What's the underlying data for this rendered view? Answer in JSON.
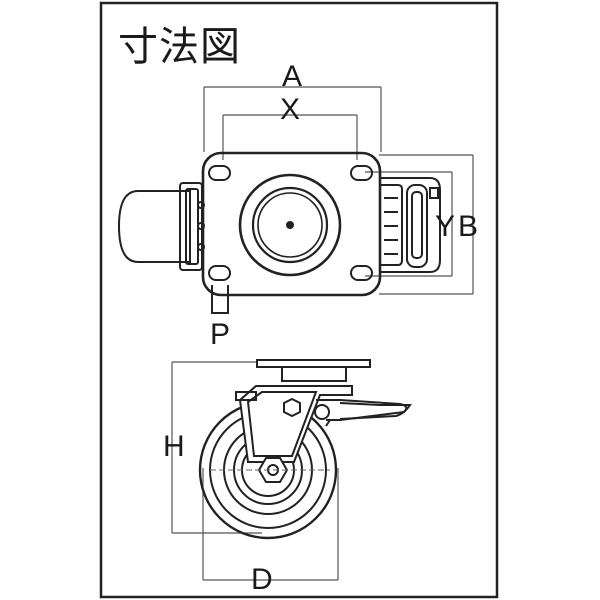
{
  "title": "寸法図",
  "labels": {
    "A": "A",
    "X": "X",
    "Y": "Y",
    "B": "B",
    "P": "P",
    "H": "H",
    "D": "D"
  }
}
